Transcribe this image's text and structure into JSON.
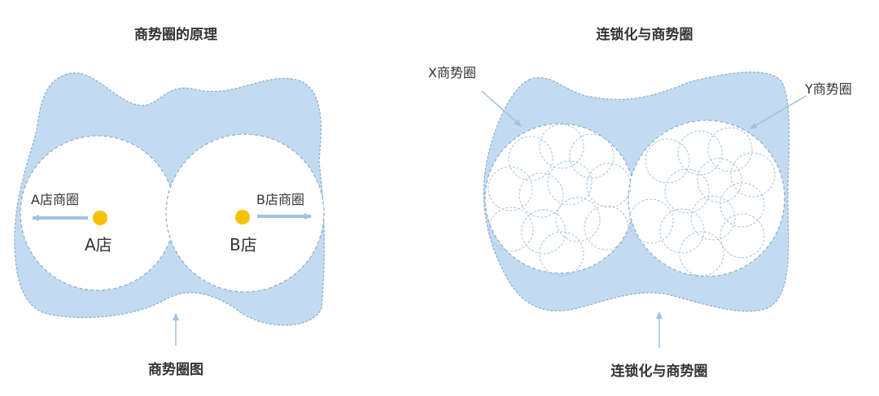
{
  "left": {
    "title": "商势圈的原理",
    "caption": "商势圈图",
    "store_a": {
      "zone_label": "A店商圈",
      "store_label": "A店"
    },
    "store_b": {
      "zone_label": "B店商圈",
      "store_label": "B店"
    }
  },
  "right": {
    "title": "连锁化与商势圈",
    "caption": "连锁化与商势圈",
    "x_label": "X商势圈",
    "y_label": "Y商势圈"
  },
  "colors": {
    "blob_fill": "#c3dbf0",
    "dash_stroke": "#8fb0cf",
    "arrow": "#9fc2e3",
    "store_dot": "#f6c200"
  }
}
